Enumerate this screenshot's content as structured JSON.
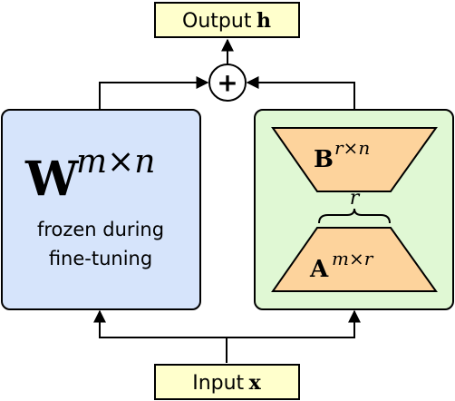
{
  "output_box": {
    "label": "Output",
    "symbol": "h"
  },
  "input_box": {
    "label": "Input",
    "symbol": "x"
  },
  "sum_node": {
    "symbol": "+"
  },
  "frozen_block": {
    "matrix": "W",
    "superscript": "m×n",
    "caption_line1": "frozen during",
    "caption_line2": "fine-tuning"
  },
  "adapter_block": {
    "top_matrix": "B",
    "top_superscript": "r×n",
    "rank_label": "r",
    "bottom_matrix": "A",
    "bottom_superscript": "m×r"
  },
  "colors": {
    "frozen_fill": "#d6e4fb",
    "adapter_fill": "#e0f8d4",
    "trapezoid_fill": "#fdd39c",
    "label_fill": "#ffffcc",
    "stroke": "#000000"
  }
}
